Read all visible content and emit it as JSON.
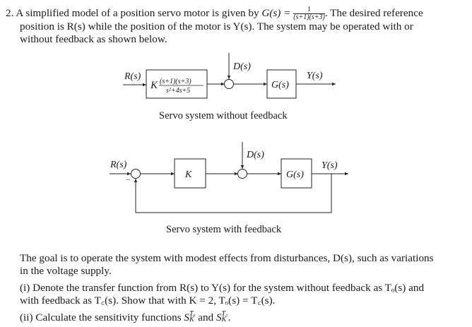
{
  "problem": {
    "number": "2.",
    "intro_line1_a": "A simplified model of a position servo motor is given by ",
    "G_label": "G(s) = ",
    "G_num": "1",
    "G_den": "(s+1)(s+3)",
    "intro_line1_b": ". The desired reference",
    "intro_line2": "position is R(s) while the position of the motor is Y(s). The system may be operated with or",
    "intro_line3": "without feedback as shown below."
  },
  "diagram_open_loop": {
    "input_label": "R(s)",
    "controller_gain": "K",
    "controller_num": "(s+1)(s+3)",
    "controller_den": "s²+4s+5",
    "disturbance_label": "D(s)",
    "plant_label": "G(s)",
    "output_label": "Y(s)",
    "caption": "Servo system without feedback"
  },
  "diagram_closed_loop": {
    "input_label": "R(s)",
    "minus_sign": "−",
    "controller_label": "K",
    "disturbance_label": "D(s)",
    "plant_label": "G(s)",
    "output_label": "Y(s)",
    "caption": "Servo system with feedback"
  },
  "body": {
    "goal_line1": "The goal is to operate the system with modest effects from disturbances, D(s), such as variations",
    "goal_line2": "in the voltage supply.",
    "part_i_line1": "(i) Denote the transfer function from R(s) to Y(s) for the system without feedback as Tₒ(s) and",
    "part_i_line2": "with feedback as T꜀(s). Show that with K = 2, Tₒ(s) = T꜀(s).",
    "part_ii_text": "(ii) Calculate the sensitivity functions ",
    "part_ii_S": "S",
    "part_ii_sup1": "Tₒ",
    "part_ii_sub": "K",
    "part_ii_and": " and ",
    "part_ii_sup2": "T꜀",
    "part_ii_end": "."
  }
}
